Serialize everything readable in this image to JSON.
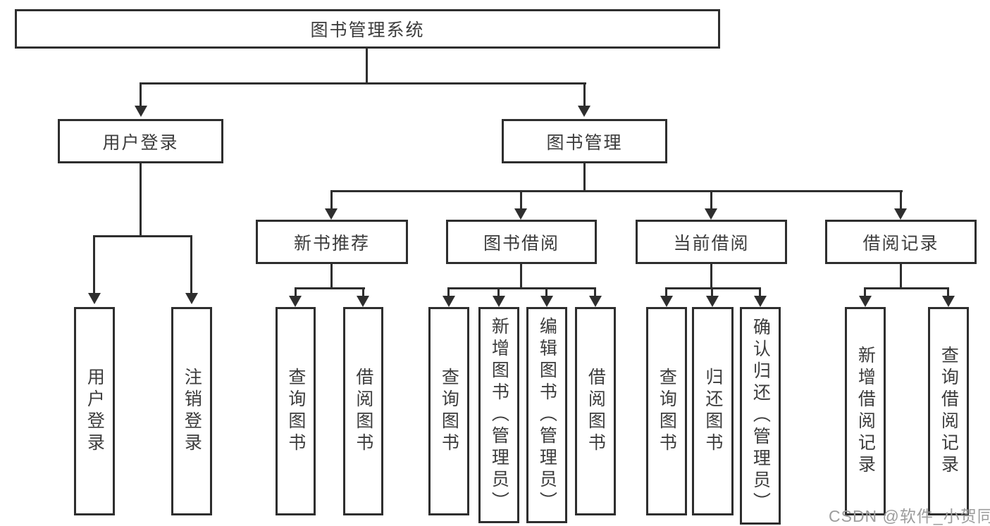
{
  "diagram": {
    "root": {
      "label": "图书管理系统"
    },
    "level2": [
      {
        "id": "user-login",
        "label": "用户登录"
      },
      {
        "id": "book-management",
        "label": "图书管理"
      }
    ],
    "level3": [
      {
        "id": "new-book-recommend",
        "label": "新书推荐"
      },
      {
        "id": "book-borrowing",
        "label": "图书借阅"
      },
      {
        "id": "current-borrowing",
        "label": "当前借阅"
      },
      {
        "id": "borrowing-records",
        "label": "借阅记录"
      }
    ],
    "leaves": {
      "user_login": [
        "用户登录",
        "注销登录"
      ],
      "new_book_recommend": [
        "查询图书",
        "借阅图书"
      ],
      "book_borrowing": [
        "查询图书",
        "新增图书（管理员）",
        "编辑图书（管理员）",
        "借阅图书"
      ],
      "current_borrowing": [
        "查询图书",
        "归还图书",
        "确认归还（管理员）"
      ],
      "borrowing_records": [
        "新增借阅记录",
        "查询借阅记录"
      ]
    }
  },
  "watermark": {
    "text": "CSDN @软件_小贺同学"
  },
  "colors": {
    "line": "#2e2e2e",
    "text": "#3c3c3c",
    "watermark": "#9c9c9c",
    "background": "#ffffff"
  }
}
